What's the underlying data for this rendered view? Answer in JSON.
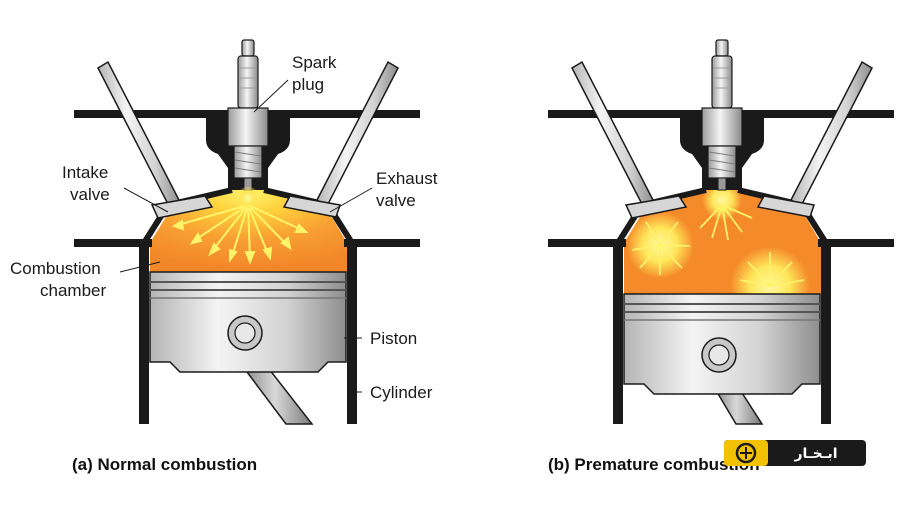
{
  "labels": {
    "spark_plug_line1": "Spark",
    "spark_plug_line2": "plug",
    "intake_valve_line1": "Intake",
    "intake_valve_line2": "valve",
    "exhaust_valve_line1": "Exhaust",
    "exhaust_valve_line2": "valve",
    "combustion_chamber_line1": "Combustion",
    "combustion_chamber_line2": "chamber",
    "piston": "Piston",
    "cylinder": "Cylinder"
  },
  "captions": {
    "normal": "(a) Normal combustion",
    "premature": "(b) Premature combustion"
  },
  "watermark": {
    "text": "ابـخـار"
  },
  "colors": {
    "flame_orange": "#f58a2a",
    "flame_yellow": "#ffe84a",
    "metal_light": "#e6e6e6",
    "metal_dark": "#8c8c8c",
    "outline": "#1a1a1a",
    "watermark_bg": "#f2c200"
  }
}
